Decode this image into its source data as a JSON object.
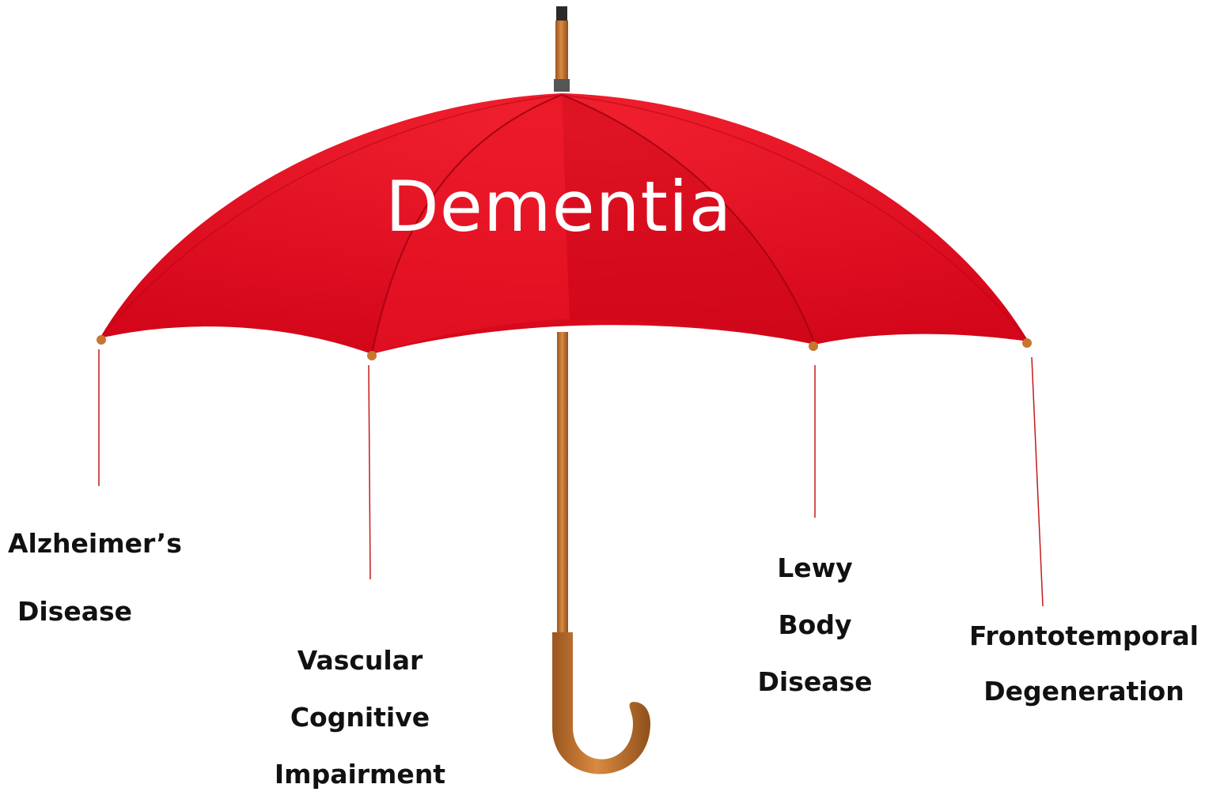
{
  "diagram": {
    "title": "Dementia",
    "types": [
      {
        "id": "alzheimers",
        "lines": [
          "Alzheimer’s",
          "Disease"
        ]
      },
      {
        "id": "vascular",
        "lines": [
          "Vascular",
          "Cognitive",
          "Impairment"
        ]
      },
      {
        "id": "lewy",
        "lines": [
          "Lewy",
          "Body",
          "Disease"
        ]
      },
      {
        "id": "frontotemporal",
        "lines": [
          "Frontotemporal",
          "Degeneration"
        ]
      }
    ]
  },
  "colors": {
    "canopy": "#e0091c",
    "canopy_shade": "#b80515",
    "canopy_light": "#ee2a38",
    "wood": "#c8762f",
    "wood_dark": "#8f4f1c",
    "connector": "#c41a1a",
    "label_text": "#111111",
    "title_text": "#ffffff"
  }
}
